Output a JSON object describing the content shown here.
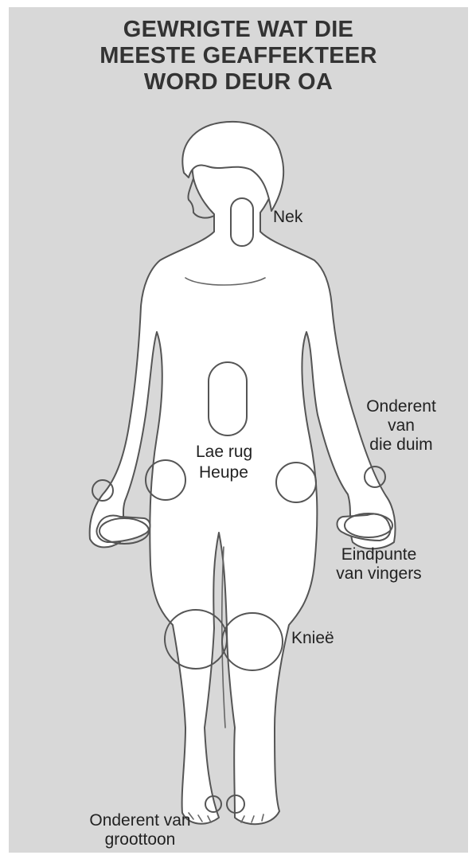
{
  "title_lines": [
    "GEWRIGTE WAT DIE",
    "MEESTE GEAFFEKTEER",
    "WORD DEUR OA"
  ],
  "labels": {
    "neck": "Nek",
    "thumb_base": [
      "Onderent",
      "van",
      "die duim"
    ],
    "lower_back": "Lae rug",
    "hips": "Heupe",
    "fingertips": [
      "Eindpunte",
      "van vingers"
    ],
    "knees": "Knieë",
    "big_toe_base": [
      "Onderent van",
      "groottoon"
    ]
  },
  "colors": {
    "background": "#d8d8d8",
    "body_fill": "#ffffff",
    "outline": "#555555",
    "text": "#222222"
  }
}
